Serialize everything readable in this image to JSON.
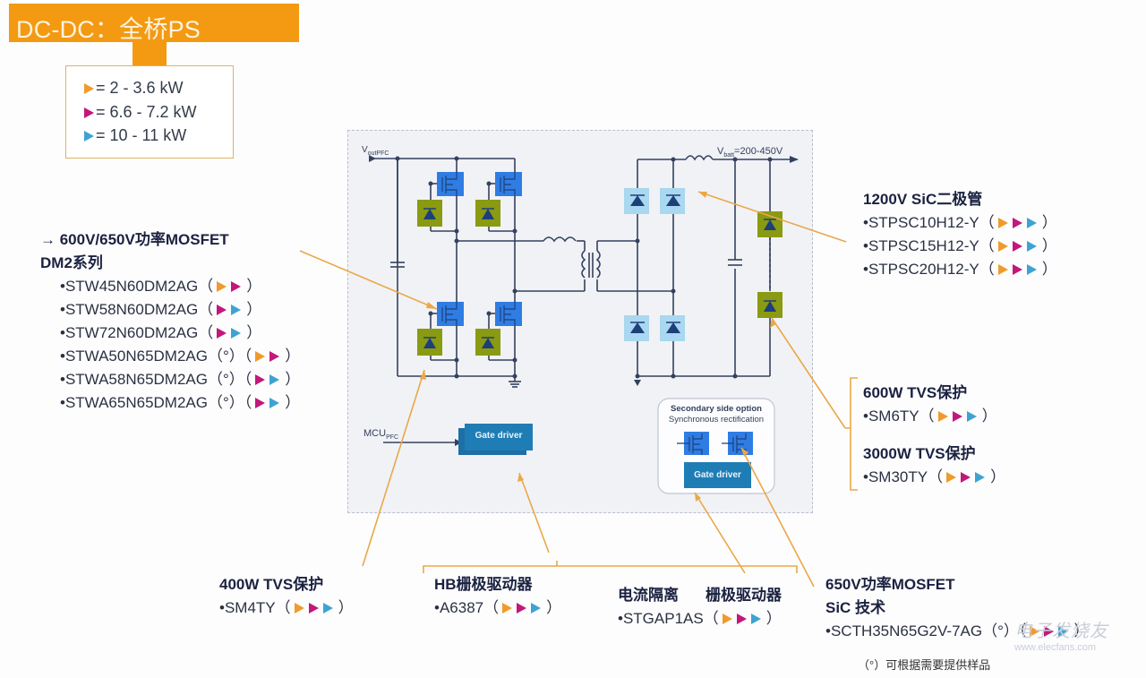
{
  "title": "DC-DC：全桥PS",
  "colors": {
    "orange": "#f09a2c",
    "magenta": "#c2187a",
    "blue": "#3ea3d3",
    "title_bg": "#f39a12",
    "mosfet": "#2f7de3",
    "tvs": "#8a9a12",
    "diode_bg": "#a9d8f0",
    "gate_driver": "#1e7db5",
    "callout_line": "#eaa848",
    "wire": "#34415e"
  },
  "legend": [
    {
      "color": "orange",
      "label": "= 2 - 3.6 kW"
    },
    {
      "color": "magenta",
      "label": "= 6.6 - 7.2 kW"
    },
    {
      "color": "blue",
      "label": "= 10 - 11 kW"
    }
  ],
  "mosfet_group": {
    "heading1": "→ 600V/650V功率MOSFET",
    "heading2": "DM2系列",
    "items": [
      {
        "part": "•STW45N60DM2AG（",
        "sample": "",
        "close": "）",
        "markers": [
          "orange",
          "magenta"
        ]
      },
      {
        "part": "•STW58N60DM2AG（",
        "sample": "",
        "close": "）",
        "markers": [
          "magenta",
          "blue"
        ]
      },
      {
        "part": "•STW72N60DM2AG（",
        "sample": "",
        "close": "）",
        "markers": [
          "magenta",
          "blue"
        ]
      },
      {
        "part": "•STWA50N65DM2AG",
        "sample": "（°）（",
        "close": "）",
        "markers": [
          "orange",
          "magenta"
        ]
      },
      {
        "part": "•STWA58N65DM2AG",
        "sample": "（°）（",
        "close": "）",
        "markers": [
          "magenta",
          "blue"
        ]
      },
      {
        "part": "•STWA65N65DM2AG",
        "sample": "（°）（",
        "close": "）",
        "markers": [
          "magenta",
          "blue"
        ]
      }
    ]
  },
  "sic_diode_group": {
    "heading": "1200V SiC二极管",
    "items": [
      {
        "part": "•STPSC10H12-Y（",
        "close": "）",
        "markers": [
          "orange",
          "magenta",
          "blue"
        ]
      },
      {
        "part": "•STPSC15H12-Y（",
        "close": "）",
        "markers": [
          "orange",
          "magenta",
          "blue"
        ]
      },
      {
        "part": "•STPSC20H12-Y（",
        "close": "）",
        "markers": [
          "orange",
          "magenta",
          "blue"
        ]
      }
    ]
  },
  "tvs_right_group": {
    "heading1": "600W TVS保护",
    "item1": {
      "part": "•SM6TY（",
      "close": "）",
      "markers": [
        "orange",
        "magenta",
        "blue"
      ]
    },
    "heading2": "3000W TVS保护",
    "item2": {
      "part": "•SM30TY（",
      "close": "）",
      "markers": [
        "orange",
        "magenta",
        "blue"
      ]
    }
  },
  "tvs_400_group": {
    "heading": "400W TVS保护",
    "item": {
      "part": "•SM4TY（",
      "close": "）",
      "markers": [
        "orange",
        "magenta",
        "blue"
      ]
    }
  },
  "hb_driver_group": {
    "heading": "HB栅极驱动器",
    "item": {
      "part": "•A6387（",
      "close": "）",
      "markers": [
        "orange",
        "magenta",
        "blue"
      ]
    }
  },
  "isolated_driver_group": {
    "heading_left": "电流隔离",
    "heading_right": "栅极驱动器",
    "item": {
      "part": "•STGAP1AS（",
      "close": "）",
      "markers": [
        "orange",
        "magenta",
        "blue"
      ]
    }
  },
  "sic_mosfet_group": {
    "heading1": "650V功率MOSFET",
    "heading2": "SiC 技术",
    "item": {
      "part": "•SCTH35N65G2V-7AG",
      "sample": "（°）（",
      "close": "）",
      "markers": [
        "orange",
        "magenta",
        "blue"
      ]
    }
  },
  "schematic": {
    "vout_label": "V",
    "vout_sub": "outPFC",
    "vbatt_label": "V",
    "vbatt_sub": "batt",
    "vbatt_range": "=200-450V",
    "mcu_label": "MCU",
    "mcu_sub": "PFC",
    "gate_driver_label": "Gate driver",
    "secondary_title": "Secondary side option",
    "secondary_subtitle": "Synchronous rectification",
    "secondary_gate_driver_label": "Gate driver"
  },
  "footnote": "（°）可根据需要提供样品",
  "watermark": {
    "cn": "电子发烧友",
    "url": "www.elecfans.com"
  }
}
